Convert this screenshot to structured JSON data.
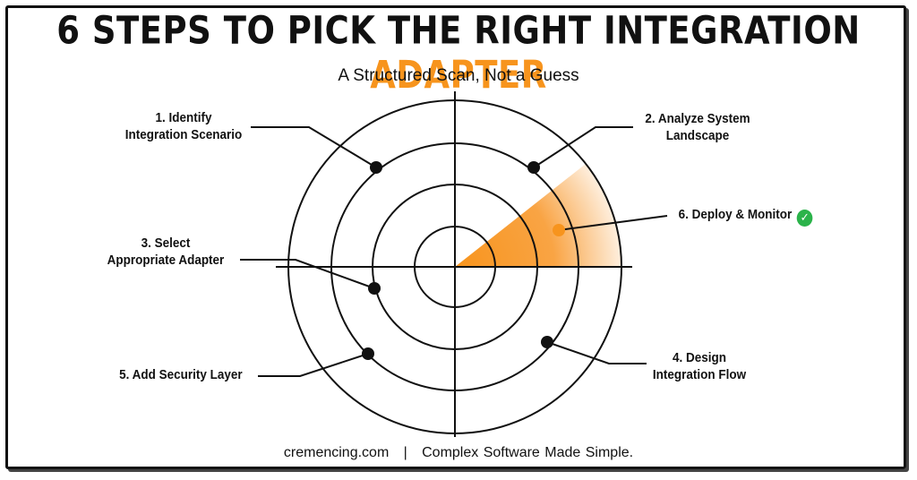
{
  "title": {
    "main": "6 STEPS TO PICK THE RIGHT INTEGRATION",
    "accent": "ADAPTER"
  },
  "subtitle": "A Structured Scan, Not a Guess",
  "steps": [
    {
      "line1": "1. Identify",
      "line2": "Integration Scenario"
    },
    {
      "line1": "2. Analyze System",
      "line2": "Landscape"
    },
    {
      "line1": "3. Select",
      "line2": "Appropriate Adapter"
    },
    {
      "line1": "4. Design",
      "line2": "Integration Flow"
    },
    {
      "line1": "5. Add Security Layer"
    },
    {
      "line1": "6. Deploy & Monitor",
      "badge_icon": "check-circle-icon"
    }
  ],
  "colors": {
    "accent": "#f7941d",
    "success": "#2bb34a",
    "ink": "#111111"
  },
  "footer": {
    "site": "cremencing.com",
    "separator": "|",
    "tagline": "Complex Software Made Simple."
  }
}
